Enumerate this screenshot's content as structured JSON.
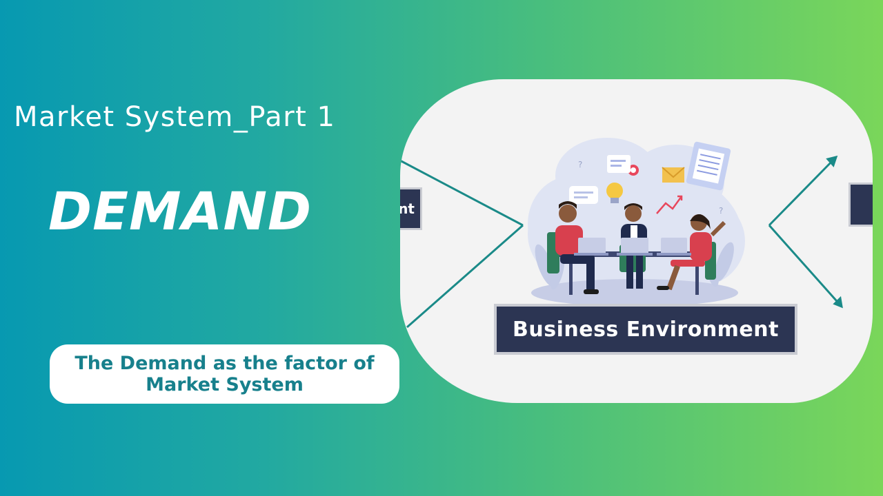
{
  "header": {
    "subtitle": "Market System_Part 1",
    "title": "DEMAND"
  },
  "caption": {
    "text": "The Demand as the factor of Market System"
  },
  "illustration": {
    "left_label_fragment": "nt",
    "main_label": "Business Environment"
  },
  "colors": {
    "gradient_start": "#0799b1",
    "gradient_end": "#7ad65a",
    "caption_text": "#17808c",
    "label_bg": "#2c3553",
    "arrow": "#1a8a88"
  }
}
